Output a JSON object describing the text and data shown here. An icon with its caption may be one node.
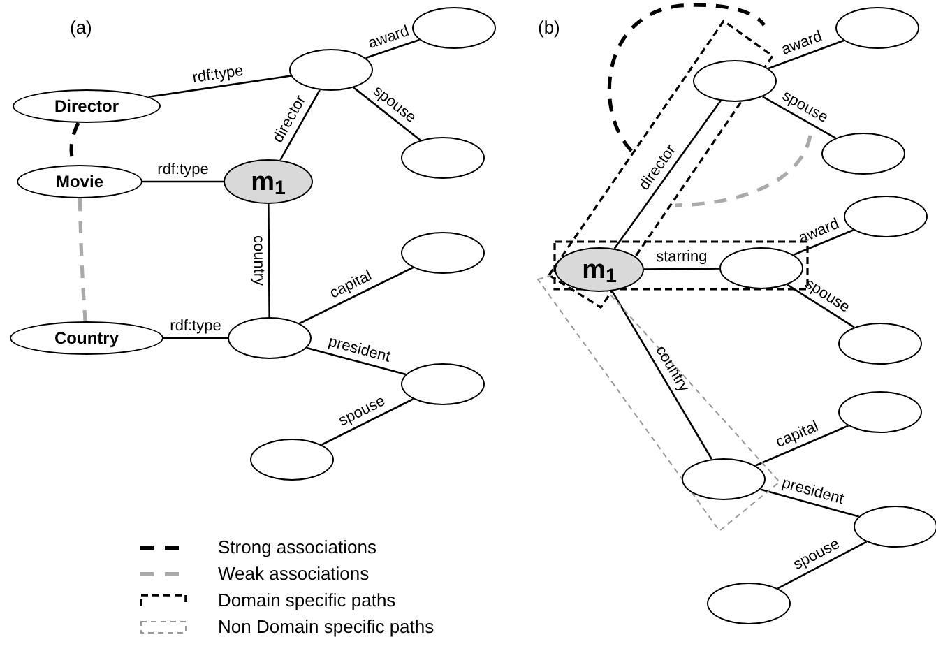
{
  "diagram": {
    "nodes": [
      {
        "text": [
          "Director"
        ]
      },
      {
        "text": [
          "Movie"
        ]
      },
      {
        "text": [
          "m$_{1}$"
        ]
      },
      {
        "text": [
          "Country"
        ]
      },
      {
        "text": [],
        "shape": "circle"
      },
      {
        "text": [],
        "shape": "circle"
      },
      {
        "text": [],
        "shape": "circle"
      },
      {
        "text": [],
        "shape": "circle"
      },
      {
        "text": [],
        "shape": "circle"
      },
      {
        "text": [],
        "shape": "circle"
      },
      {
        "text": [],
        "shape": "circle"
      },
      {
        "text": [
          "m$_{1}$"
        ]
      },
      {
        "text": [],
        "shape": "circle"
      },
      {
        "text": [],
        "shape": "circle"
      },
      {
        "text": [],
        "shape": "circle"
      },
      {
        "text": [],
        "shape": "circle"
      },
      {
        "text": [],
        "shape": "circle"
      },
      {
        "text": [],
        "shape": "circle"
      },
      {
        "text": [],
        "shape": "circle"
      },
      {
        "text": [],
        "shape": "circle"
      },
      {
        "text": [],
        "shape": "circle"
      },
      {
        "text": [],
        "shape": "circle"
      }
    ],
    "edges": [
      {
        "from": 0,
        "to": 4,
        "arrow": "none",
        "label": "rdf:type"
      },
      {
        "from": 1,
        "to": 2,
        "arrow": "none",
        "label": "rdf:type"
      },
      {
        "from": 3,
        "to": 7,
        "arrow": "none",
        "label": "rdf:type"
      },
      {
        "from": 2,
        "to": 4,
        "arrow": "none",
        "label": "director"
      },
      {
        "from": 4,
        "to": 5,
        "arrow": "none",
        "label": "award"
      },
      {
        "from": 4,
        "to": 6,
        "arrow": "none",
        "label": "spouse"
      },
      {
        "from": 2,
        "to": 7,
        "arrow": "none",
        "label": "country"
      },
      {
        "from": 7,
        "to": 8,
        "arrow": "none",
        "label": "capital"
      },
      {
        "from": 7,
        "to": 9,
        "arrow": "none",
        "label": "president"
      },
      {
        "from": 9,
        "to": 10,
        "arrow": "none",
        "label": "spouse"
      },
      {
        "from": 0,
        "to": 1,
        "arrow": "none",
        "style": "dashed"
      },
      {
        "from": 1,
        "to": 3,
        "arrow": "none",
        "style": "dashed",
        "color": "#aaaaaa"
      },
      {
        "from": 11,
        "to": 12,
        "arrow": "none",
        "label": "director"
      },
      {
        "from": 12,
        "to": 13,
        "arrow": "none",
        "label": "award"
      },
      {
        "from": 12,
        "to": 14,
        "arrow": "none",
        "label": "spouse"
      },
      {
        "from": 11,
        "to": 15,
        "arrow": "none",
        "label": "starring"
      },
      {
        "from": 15,
        "to": 16,
        "arrow": "none",
        "label": "award"
      },
      {
        "from": 15,
        "to": 17,
        "arrow": "none",
        "label": "spouse"
      },
      {
        "from": 11,
        "to": 18,
        "arrow": "none",
        "label": "country"
      },
      {
        "from": 18,
        "to": 19,
        "arrow": "none",
        "label": "capital"
      },
      {
        "from": 18,
        "to": 20,
        "arrow": "none",
        "label": "president"
      },
      {
        "from": 20,
        "to": 21,
        "arrow": "none",
        "label": "spouse"
      }
    ],
    "labels": [
      "(a)",
      "(b)"
    ],
    "legend": [
      {
        "text": "Strong associations"
      },
      {
        "text": "Weak associations"
      },
      {
        "text": "Domain specific paths"
      },
      {
        "text": "Non Domain specific paths"
      }
    ]
  }
}
